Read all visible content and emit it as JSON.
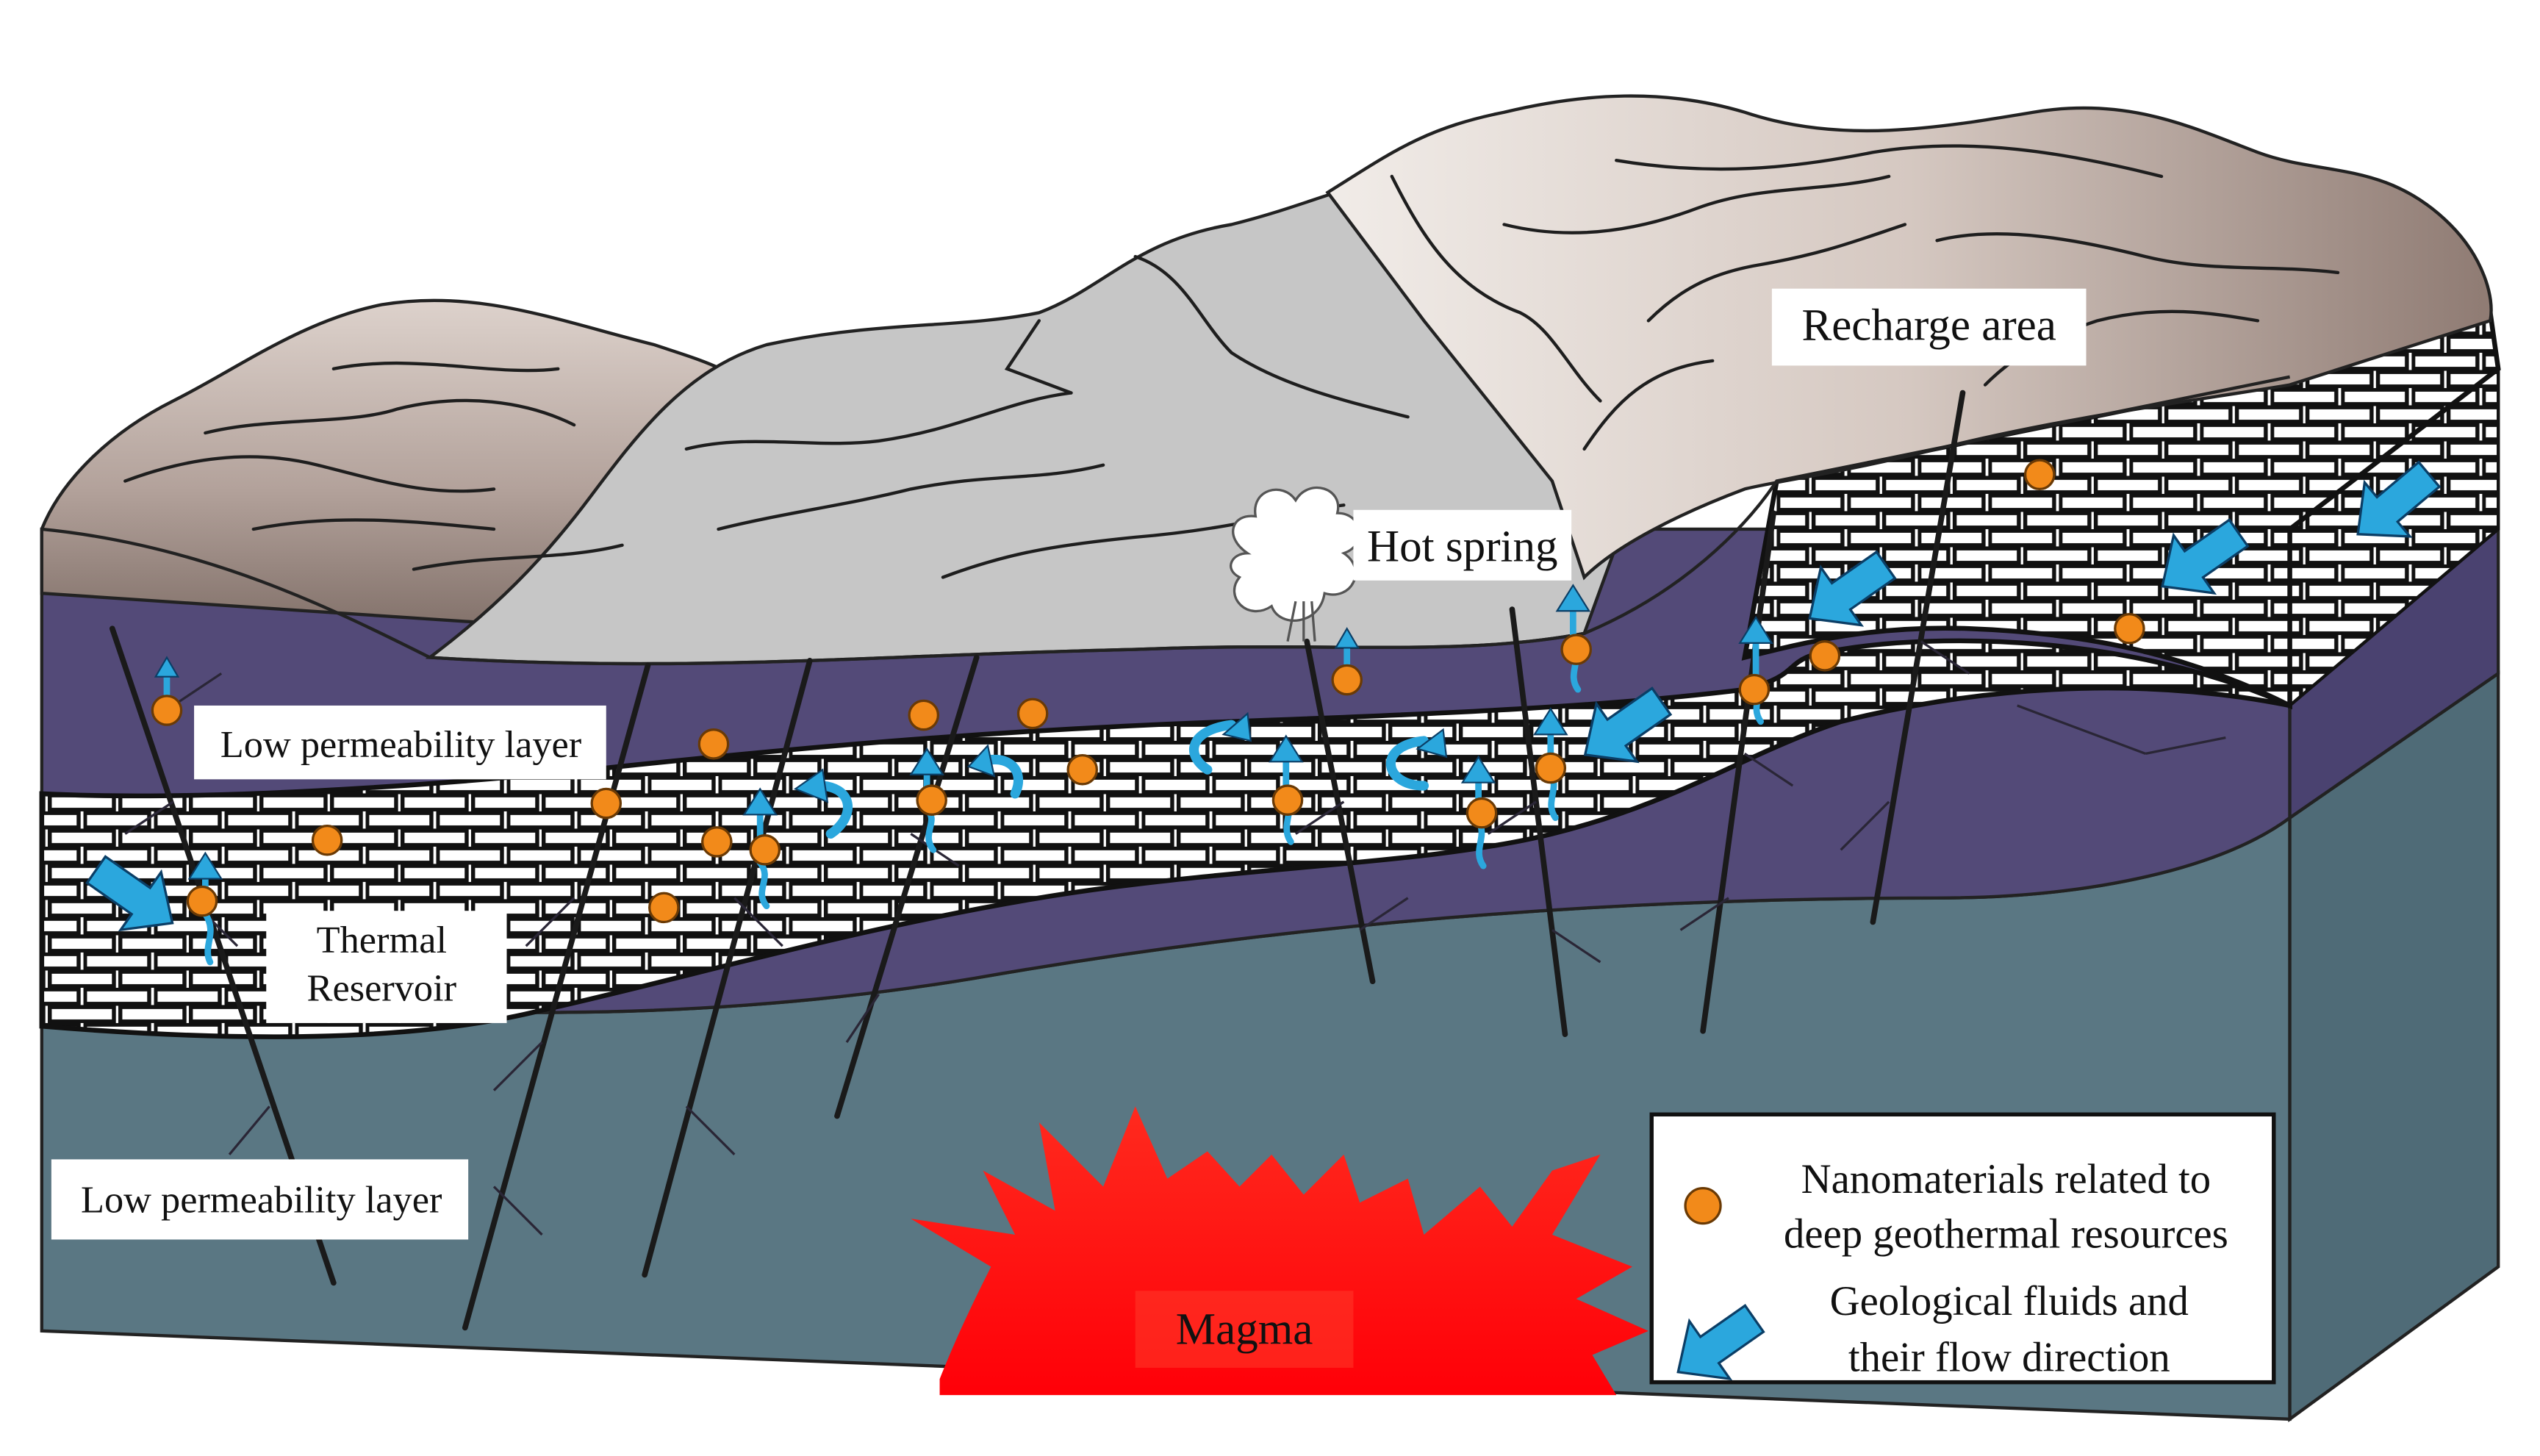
{
  "labels": {
    "recharge_area": "Recharge area",
    "hot_spring": "Hot spring",
    "low_perm_upper": "Low permeability layer",
    "thermal_reservoir_line1": "Thermal",
    "thermal_reservoir_line2": "Reservoir",
    "low_perm_lower": "Low permeability layer",
    "magma": "Magma"
  },
  "legend": {
    "nano_line1": "Nanomaterials related to",
    "nano_line2": "deep geothermal resources",
    "fluid_line1": "Geological fluids and",
    "fluid_line2": "their flow direction"
  },
  "colors": {
    "purple_layer": "#534a78",
    "slate_basement": "#5a7783",
    "reservoir_brick": "#ffffff",
    "mountain_brown": "#9c8a85",
    "mountain_gray": "#c3c3c3",
    "magma": "#ff0f10",
    "nanoparticle": "#f28a1a",
    "fluid_arrow": "#2ba7dd"
  }
}
